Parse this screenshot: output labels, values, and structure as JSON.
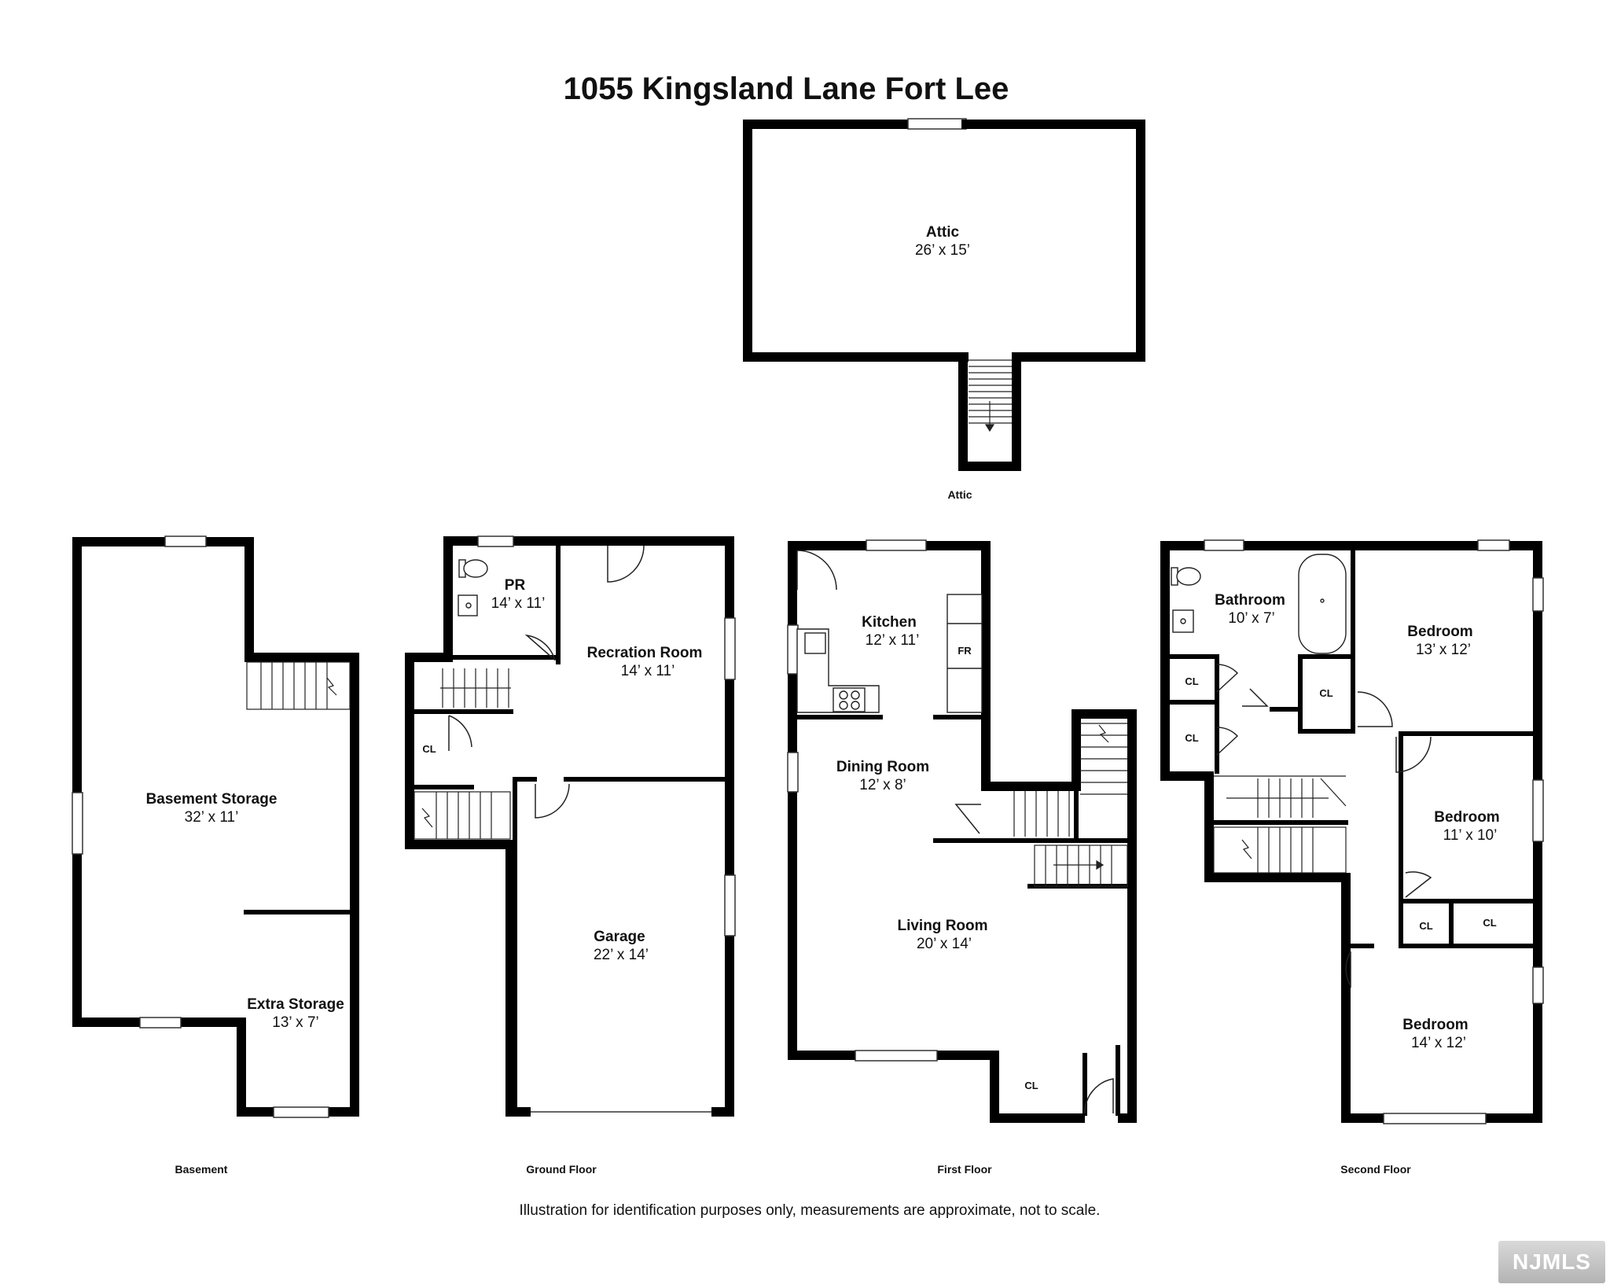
{
  "title": "1055 Kingsland Lane Fort Lee",
  "disclaimer": "Illustration for identification purposes only, measurements are approximate, not to scale.",
  "logo": "NJMLS",
  "floors": {
    "attic": {
      "label": "Attic",
      "rooms": [
        {
          "name": "Attic",
          "dims": "26’  x  15’"
        }
      ]
    },
    "basement": {
      "label": "Basement",
      "rooms": [
        {
          "name": "Basement Storage",
          "dims": "32’  x  11’"
        },
        {
          "name": "Extra Storage",
          "dims": "13’  x  7’"
        }
      ]
    },
    "ground": {
      "label": "Ground Floor",
      "rooms": [
        {
          "name": "PR",
          "dims": "14’  x  11’"
        },
        {
          "name": "Recration Room",
          "dims": "14’  x  11’"
        },
        {
          "name": "Garage",
          "dims": "22’  x  14’"
        }
      ],
      "closets": [
        "CL"
      ]
    },
    "first": {
      "label": "First Floor",
      "rooms": [
        {
          "name": "Kitchen",
          "dims": "12’  x  11’"
        },
        {
          "name": "Dining Room",
          "dims": "12’  x  8’"
        },
        {
          "name": "Living Room",
          "dims": "20’  x  14’"
        }
      ],
      "fridge": "FR",
      "closets": [
        "CL"
      ]
    },
    "second": {
      "label": "Second Floor",
      "rooms": [
        {
          "name": "Bathroom",
          "dims": "10’  x  7’"
        },
        {
          "name": "Bedroom",
          "dims": "13’  x  12’"
        },
        {
          "name": "Bedroom",
          "dims": "11’  x  10’"
        },
        {
          "name": "Bedroom",
          "dims": "14’  x  12’"
        }
      ],
      "closets": [
        "CL",
        "CL",
        "CL",
        "CL",
        "CL"
      ]
    }
  }
}
